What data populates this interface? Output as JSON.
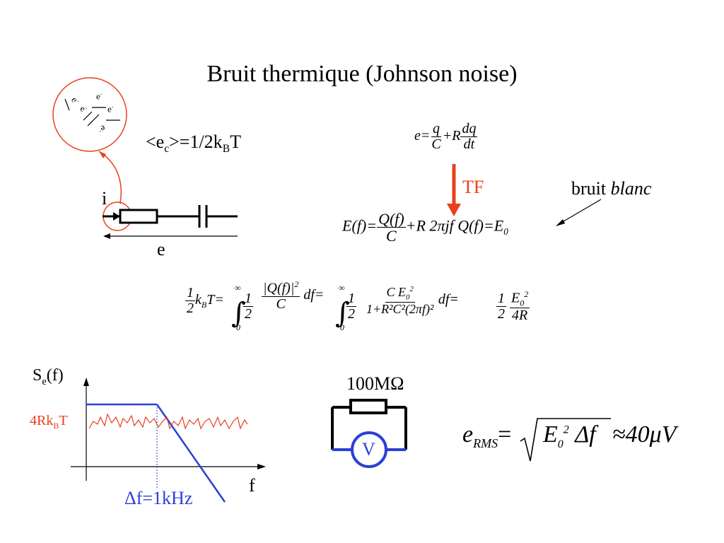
{
  "slide": {
    "title": "Bruit thermique (Johnson noise)",
    "electron_labels": [
      "e",
      "e",
      "e",
      "e",
      "e",
      "e"
    ],
    "electron_sup": "-",
    "ec_avg": {
      "pre": "<e",
      "sub1": "c",
      "mid": ">=1/2k",
      "sub2": "B",
      "post": "T"
    },
    "circuit": {
      "current_label": "i",
      "emf_label": "e"
    },
    "eq1": {
      "lhs": "e=",
      "n1": "q",
      "d1": "C",
      "plus": "+R",
      "n2": "dq",
      "d2": "dt"
    },
    "tf_label": "TF",
    "bruit_label": "bruit ",
    "bruit_italic": "blanc",
    "eq2": {
      "lhs": "E(f)=",
      "n": "Q(f)",
      "d": "C",
      "rest": "+R 2πjf Q(f)=E",
      "sub0": "0"
    },
    "eq3": {
      "half_n": "1",
      "half_d": "2",
      "kbt": "k",
      "kbt_sub": "B",
      "kbt_post": "T=",
      "int_top": "∞",
      "int_bot": "0",
      "qf_n": "|Q(f)|",
      "qf_sup": "2",
      "qf_d": "C",
      "df": "df=",
      "ce_n": "C E",
      "ce_sub": "0",
      "ce_sup": "2",
      "ce_d": "1+R²C²(2πf)²",
      "df2": "df=",
      "e0_n": "E",
      "e0_sub": "0",
      "e0_sup": "2",
      "e0_d": "4R"
    },
    "plot": {
      "ylabel_pre": "S",
      "ylabel_sub": "e",
      "ylabel_post": "(f)",
      "level_pre": "4Rk",
      "level_sub": "B",
      "level_post": "T",
      "xlabel": "f",
      "bandwidth_label": "Δf=1kHz"
    },
    "resistor_value": "100MΩ",
    "voltmeter_label": "V",
    "erms": {
      "e": "e",
      "sub": "RMS",
      "eq": "=",
      "E": "E",
      "E_sub": "0",
      "E_sup": "2",
      "df": " Δf",
      "approx": "≈40μV"
    },
    "colors": {
      "red": "#e8401c",
      "blue": "#2b3fd6",
      "black": "#000000"
    }
  }
}
